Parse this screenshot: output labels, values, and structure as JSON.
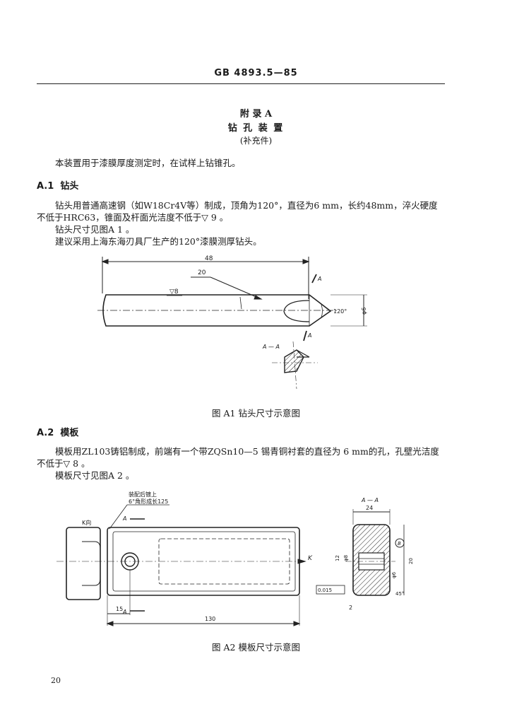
{
  "header": {
    "standard_no": "GB 4893.5—85"
  },
  "appendix": {
    "label": "附 录 A",
    "title": "钻 孔 装 置",
    "note": "(补充件)"
  },
  "intro": "本装置用于漆膜厚度测定时，在试样上钻锥孔。",
  "section_a1": {
    "heading_no": "A.1",
    "heading": "钻头",
    "para1_line1": "钻头用普通高速钢（如W18Cr4V等）制成，顶角为120°，直径为6 mm，长约48mm，淬火硬度",
    "para1_line2": "不低于HRC63，锥面及杆面光洁度不低于▽ 9 。",
    "para2": "钻头尺寸见图A 1 。",
    "para3": "建议采用上海东海刃具厂生产的120°漆膜测厚钻头。"
  },
  "figure_a1": {
    "dim_length": "48",
    "dim_20": "20",
    "finish": "▽8",
    "angle": "120°",
    "dia": "φ6",
    "section_mark": "A",
    "section_title": "A — A",
    "caption": "图 A1   钻头尺寸示意图"
  },
  "section_a2": {
    "heading_no": "A.2",
    "heading": "模板",
    "para1_line1": "模板用ZL103铸铝制成，前端有一个带ZQSn10—5 锡青铜衬套的直径为 6 mm的孔，孔壁光洁度",
    "para1_line2": "不低于▽ 8 。",
    "para2": "模板尺寸见图A 2 。"
  },
  "figure_a2": {
    "note_line1": "装配后镀上",
    "note_line2": "6°角形成长125",
    "k_view": "K向",
    "k_mark": "K",
    "a_mark": "A",
    "dim_15": "15",
    "dim_130": "130",
    "section_title": "A — A",
    "dim_24": "24",
    "dim_12": "12",
    "dim_d8": "φ8",
    "dim_20": "20",
    "dim_d6": "φ6",
    "dim_2": "2",
    "tolerance": "0.015",
    "datum": "B",
    "angle": "45°",
    "caption": "图 A2   模板尺寸示意图"
  },
  "page_number": "20"
}
